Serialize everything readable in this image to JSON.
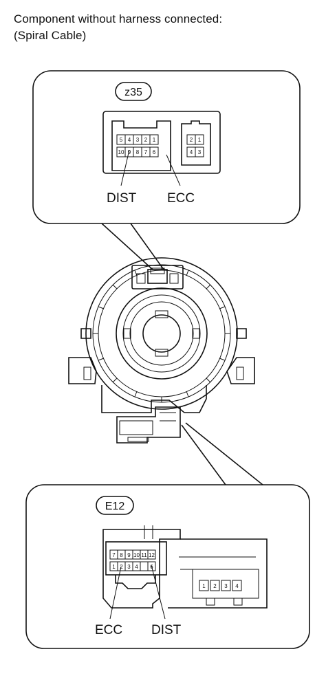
{
  "header": {
    "line1": "Component without harness connected:",
    "line2": "(Spiral Cable)"
  },
  "connector_top": {
    "code": "z35",
    "main_pins_row1": [
      "5",
      "4",
      "3",
      "2",
      "1"
    ],
    "main_pins_row2": [
      "10",
      "9",
      "8",
      "7",
      "6"
    ],
    "aux_pins_row1": [
      "2",
      "1"
    ],
    "aux_pins_row2": [
      "4",
      "3"
    ],
    "label_left": "DIST",
    "label_right": "ECC"
  },
  "connector_bottom": {
    "code": "E12",
    "main_pins_row1": [
      "7",
      "8",
      "9",
      "10",
      "11",
      "12"
    ],
    "main_pins_row2": [
      "1",
      "2",
      "3",
      "4",
      "",
      "6"
    ],
    "aux_pins": [
      "1",
      "2",
      "3",
      "4"
    ],
    "label_left": "ECC",
    "label_right": "DIST"
  }
}
